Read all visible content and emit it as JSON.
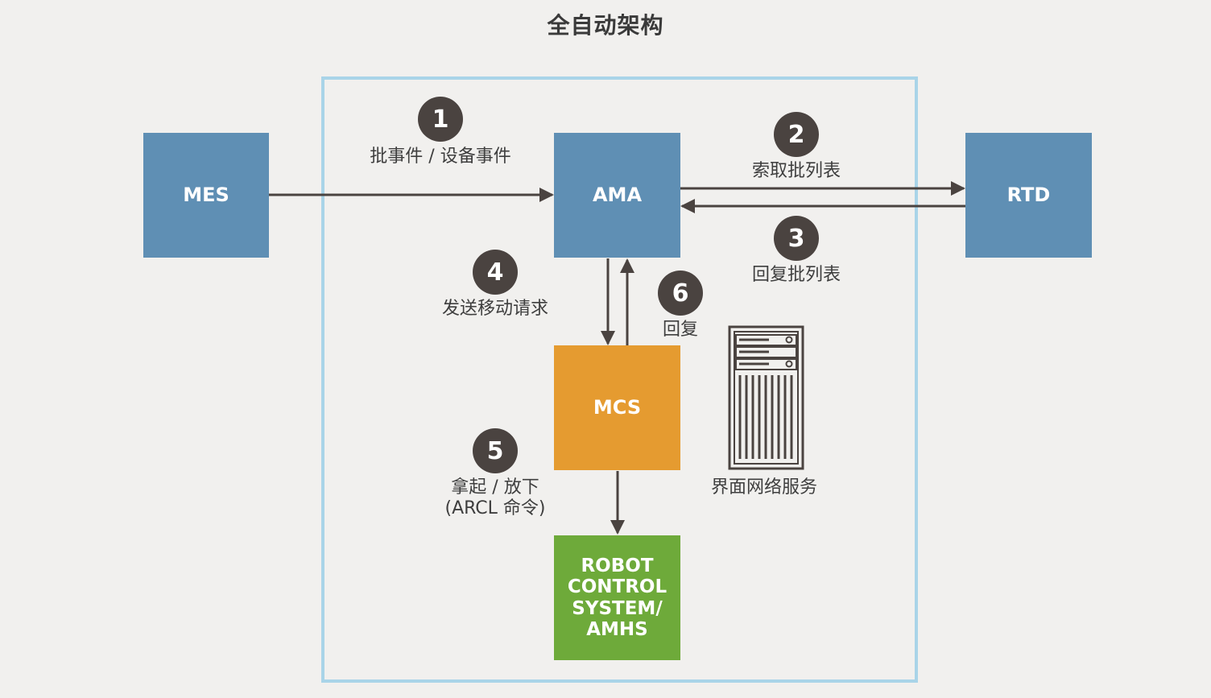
{
  "title": "全自动架构",
  "nodes": {
    "mes": "MES",
    "ama": "AMA",
    "rtd": "RTD",
    "mcs": "MCS",
    "robot": "ROBOT\nCONTROL\nSYSTEM/\nAMHS"
  },
  "steps": [
    {
      "num": "1",
      "label": "批事件 / 设备事件"
    },
    {
      "num": "2",
      "label": "索取批列表"
    },
    {
      "num": "3",
      "label": "回复批列表"
    },
    {
      "num": "4",
      "label": "发送移动请求"
    },
    {
      "num": "5",
      "label": "拿起 / 放下\n(ARCL 命令)"
    },
    {
      "num": "6",
      "label": "回复"
    }
  ],
  "server_label": "界面网络服务",
  "colors": {
    "blue": "#5f8fb4",
    "orange": "#e59b30",
    "green": "#6eaa3a",
    "frame": "#a9d4e8",
    "badge": "#4a4340",
    "arrow": "#4a4340"
  }
}
